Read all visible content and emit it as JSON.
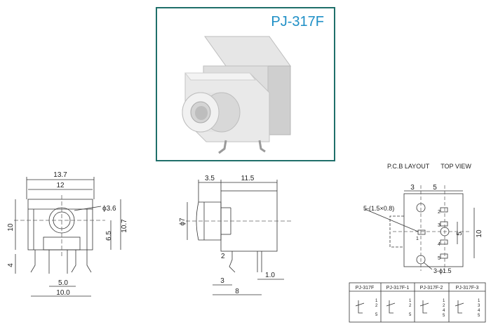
{
  "product": {
    "model": "PJ-317F"
  },
  "front_view": {
    "width_total": "13.7",
    "width_body": "12",
    "hole_diameter": "ϕ3.6",
    "height_total": "10",
    "height_body": "10.7",
    "center_height": "6.5",
    "pin_length": "4",
    "pin_span_inner": "5.0",
    "pin_span_outer": "10.0"
  },
  "side_view": {
    "front_depth": "3.5",
    "body_depth": "11.5",
    "sleeve_diameter": "ϕ7",
    "pin_offset": "2",
    "pin_front": "3",
    "pin_base": "8",
    "pin_width": "1.0"
  },
  "pcb_layout": {
    "heading_left": "P.C.B LAYOUT",
    "heading_right": "TOP VIEW",
    "dim_left": "3",
    "dim_right": "5",
    "slot_label": "5-(1.5×0.8)",
    "pitch_inner": "5",
    "pitch_outer": "10",
    "hole_label": "3-ϕ1.5",
    "pin_numbers": [
      "1",
      "2",
      "3",
      "4",
      "5"
    ]
  },
  "variants_table": {
    "headers": [
      "PJ-317F",
      "PJ-317F-1",
      "PJ-317F-2",
      "PJ-317F-3"
    ],
    "pins": [
      [
        "1",
        "2",
        "5"
      ],
      [
        "1",
        "2",
        "5"
      ],
      [
        "1",
        "2",
        "4",
        "5"
      ],
      [
        "1",
        "3",
        "4",
        "5"
      ]
    ]
  }
}
